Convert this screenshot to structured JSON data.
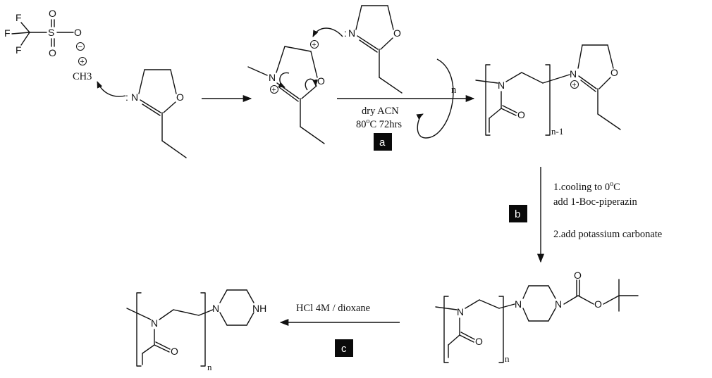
{
  "atoms": {
    "F": "F",
    "S": "S",
    "O": "O",
    "N": "N",
    "NH": "NH",
    "lone_pair": ":",
    "CH3": "CH3",
    "plus": "+",
    "minus": "−"
  },
  "subscripts": {
    "n": "n",
    "n_minus_1": "n-1"
  },
  "steps": {
    "a": {
      "tag": "a",
      "line1": "dry ACN",
      "line2_pre": "80",
      "line2_sup": "o",
      "line2_post": "C 72hrs"
    },
    "b": {
      "tag": "b",
      "line1_pre": "1.cooling to 0",
      "line1_sup": "o",
      "line1_post": "C",
      "line2": "add 1-Boc-piperazin",
      "line3": "2.add potassium carbonate"
    },
    "c": {
      "tag": "c",
      "line1": "HCl 4M / dioxane"
    }
  }
}
